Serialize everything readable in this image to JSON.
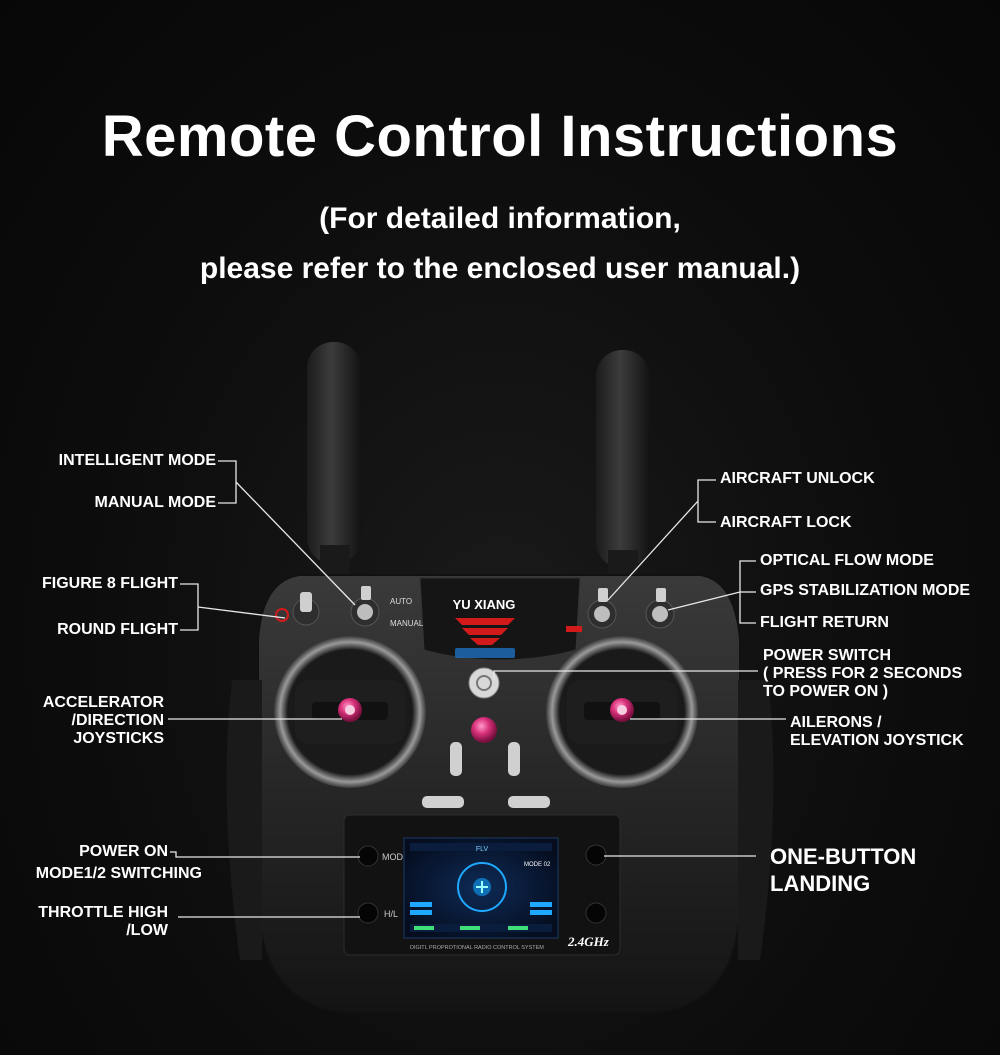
{
  "header": {
    "title": "Remote Control Instructions",
    "subtitle_line1": "(For detailed information,",
    "subtitle_line2": "please refer to the enclosed user manual.)"
  },
  "labels_left": {
    "intelligent_mode": "INTELLIGENT MODE",
    "manual_mode": "MANUAL MODE",
    "figure8_flight": "FIGURE 8 FLIGHT",
    "round_flight": "ROUND FLIGHT",
    "accelerator_line1": "ACCELERATOR",
    "accelerator_line2": "/DIRECTION",
    "accelerator_line3": "JOYSTICKS",
    "power_on": "POWER ON",
    "mode_switching": "MODE1/2 SWITCHING",
    "throttle_line1": "THROTTLE HIGH",
    "throttle_line2": "/LOW"
  },
  "labels_right": {
    "aircraft_unlock": "AIRCRAFT UNLOCK",
    "aircraft_lock": "AIRCRAFT LOCK",
    "optical_flow_mode": "OPTICAL FLOW MODE",
    "gps_stabilization_mode": "GPS STABILIZATION MODE",
    "flight_return": "FLIGHT RETURN",
    "power_switch_line1": "POWER SWITCH",
    "power_switch_line2": "( PRESS FOR 2 SECONDS",
    "power_switch_line3": "TO POWER ON )",
    "ailerons_line1": "AILERONS /",
    "ailerons_line2": "ELEVATION JOYSTICK",
    "one_button_line1": "ONE-BUTTON",
    "one_button_line2": "LANDING"
  },
  "device": {
    "brand": "YU XIANG",
    "switch_auto": "AUTO",
    "switch_manual": "MANUAL",
    "button_mode": "MODE",
    "button_hl": "H/L",
    "footer_text": "DIGITL PROPROTIONAL RADIO CONTROL SYSTEM",
    "frequency": "2.4GHz",
    "screen_mode_text": "MODE 02",
    "screen_status": "FLV"
  },
  "colors": {
    "background": "#0b0b0b",
    "label_text": "#ffffff",
    "leader_line": "#e8e8e8",
    "body": "#2b2b2b",
    "accent_pink": "#d8307a",
    "accent_red": "#d31a1a",
    "screen_blue": "#1fa8ff"
  }
}
